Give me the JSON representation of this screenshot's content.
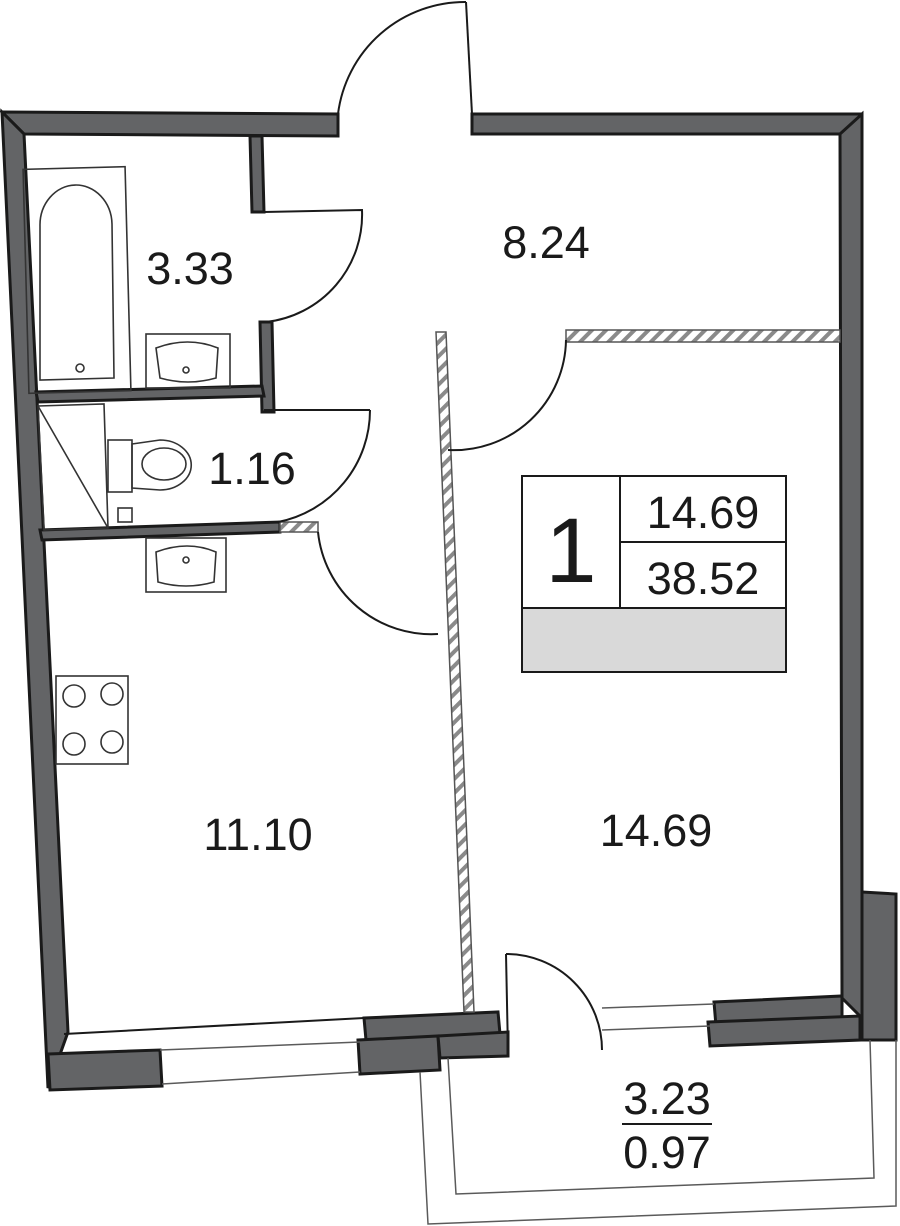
{
  "rooms": {
    "bathroom_area": "3.33",
    "wc_area": "1.16",
    "hall_area": "8.24",
    "kitchen_area": "11.10",
    "living_area": "14.69",
    "balcony_area_total": "3.23",
    "balcony_area_reduced": "0.97"
  },
  "summary": {
    "room_count": "1",
    "living_area": "14.69",
    "total_area": "38.52"
  },
  "colors": {
    "wall": "#636466",
    "summary_band": "#d9d9d9",
    "line": "#1a1a1a"
  }
}
